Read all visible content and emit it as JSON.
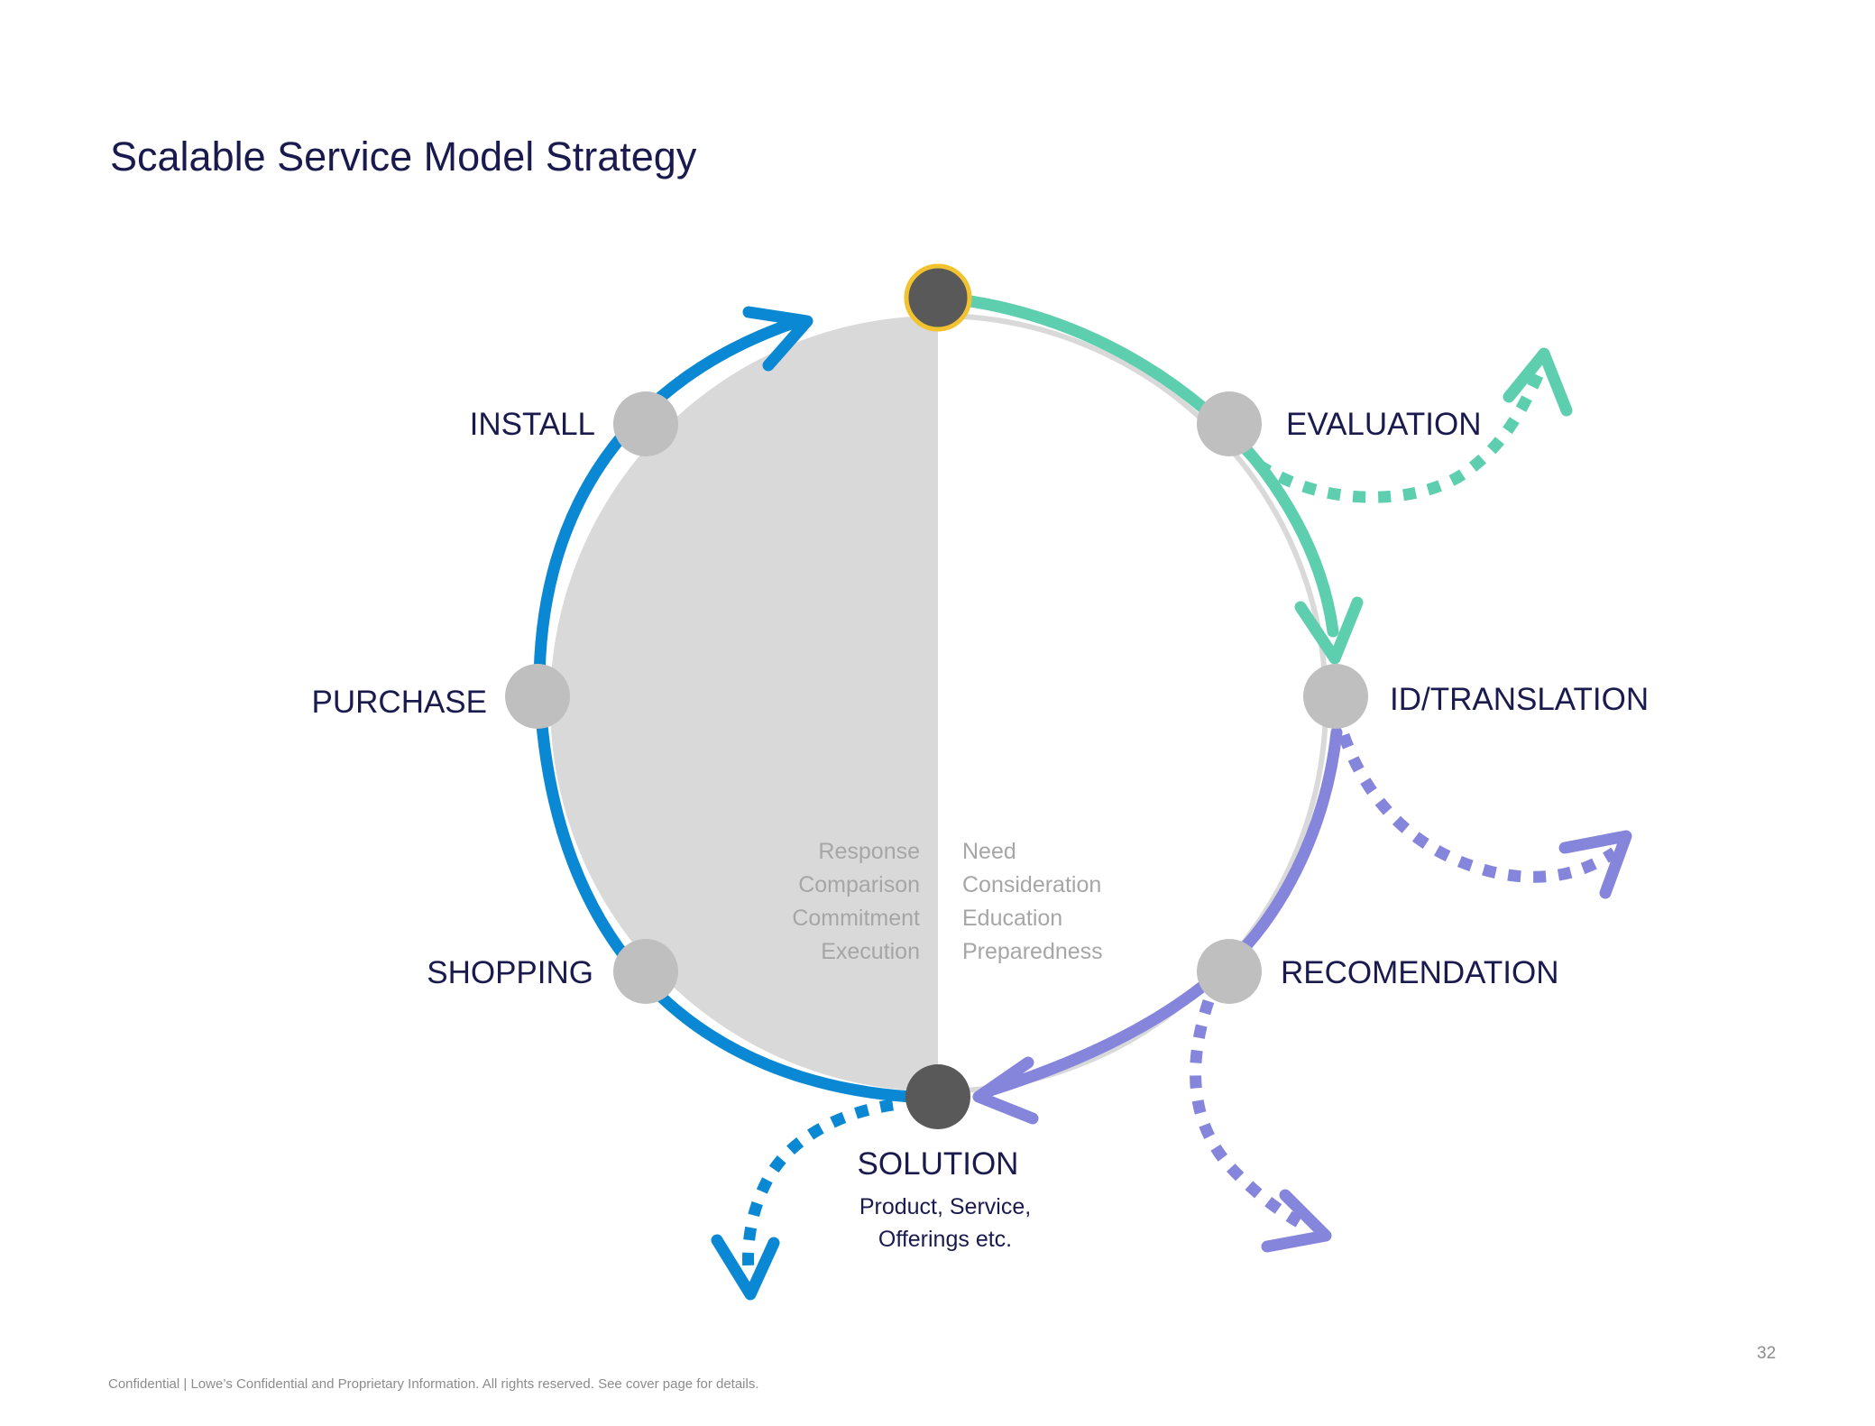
{
  "title": "Scalable Service Model Strategy",
  "stages": {
    "install": "INSTALL",
    "purchase": "PURCHASE",
    "shopping": "SHOPPING",
    "evaluation": "EVALUATION",
    "id_translation": "ID/TRANSLATION",
    "recommendation": "RECOMENDATION",
    "solution": "SOLUTION",
    "solution_sub_1": "Product, Service,",
    "solution_sub_2": "Offerings etc."
  },
  "left_words": [
    "Response",
    "Comparison",
    "Commitment",
    "Execution"
  ],
  "right_words": [
    "Need",
    "Consideration",
    "Education",
    "Preparedness"
  ],
  "footer": "Confidential | Lowe’s Confidential and Proprietary Information. All rights reserved. See cover page for details.",
  "page_number": "32",
  "colors": {
    "blue": "#0a88d4",
    "teal": "#5ecfae",
    "purple": "#8585dc",
    "node_grey": "#bfbfbf",
    "node_dark": "#595959",
    "highlight_ring": "#f2c230",
    "half_fill": "#d9d9d9"
  }
}
